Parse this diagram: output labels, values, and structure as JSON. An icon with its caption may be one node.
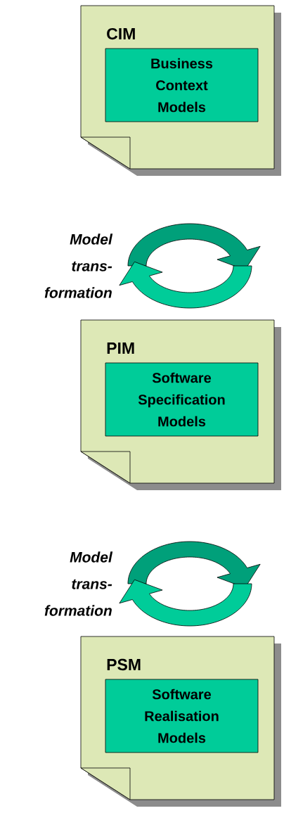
{
  "diagram": {
    "nodes": [
      {
        "text": [
          "CIM"
        ]
      },
      {
        "text": [
          "Business Context Models"
        ],
        "in": 0
      },
      {
        "text": [
          "PIM"
        ]
      },
      {
        "text": [
          "Software Specification Models"
        ],
        "in": 2
      },
      {
        "text": [
          "PSM"
        ]
      },
      {
        "text": [
          "Software Realisation Models"
        ],
        "in": 4
      }
    ],
    "labels": [
      "Model trans- formation",
      "Model trans- formation"
    ]
  }
}
